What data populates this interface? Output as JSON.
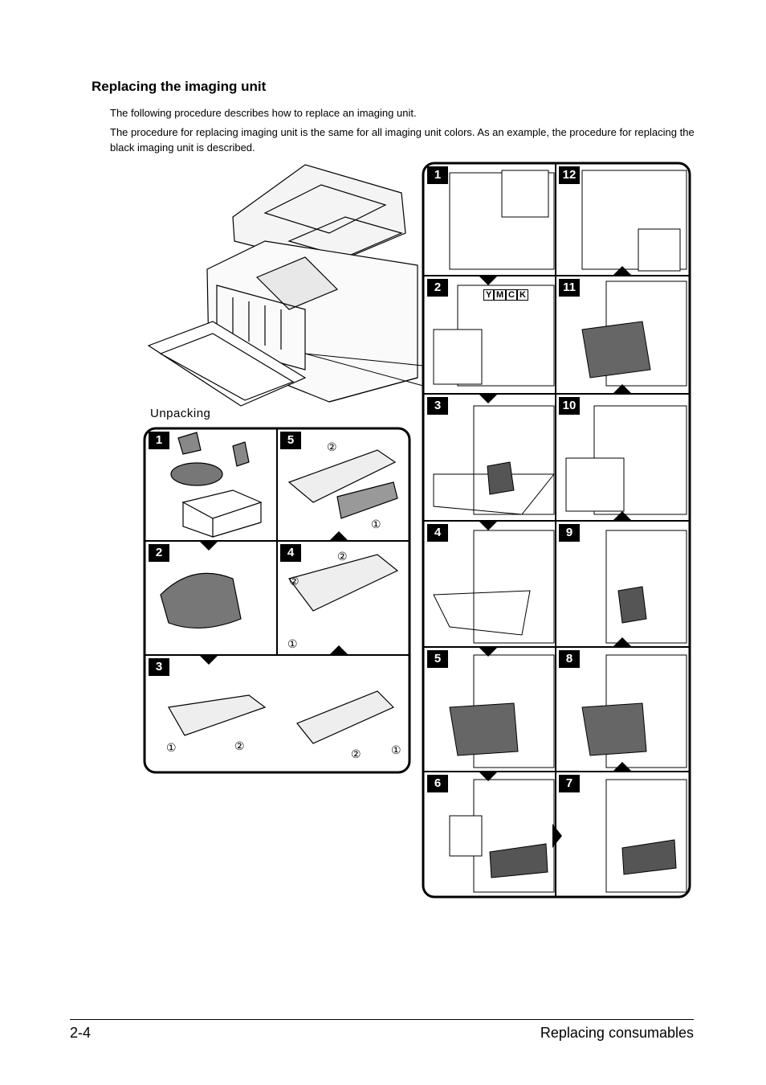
{
  "heading": "Replacing the imaging unit",
  "intro": "The following procedure describes how to replace an imaging unit.",
  "description": "The procedure for replacing imaging unit is the same for all imaging unit colors. As an example, the procedure for replacing the black imaging unit is described.",
  "unpacking_label": "Unpacking",
  "unpacking_steps": [
    "1",
    "2",
    "3",
    "4",
    "5"
  ],
  "replace_steps": [
    "1",
    "2",
    "3",
    "4",
    "5",
    "6",
    "7",
    "8",
    "9",
    "10",
    "11",
    "12"
  ],
  "color_labels": [
    "Y",
    "M",
    "C",
    "K"
  ],
  "callouts": {
    "one": "①",
    "two": "②"
  },
  "footer": {
    "page": "2-4",
    "section": "Replacing consumables"
  }
}
